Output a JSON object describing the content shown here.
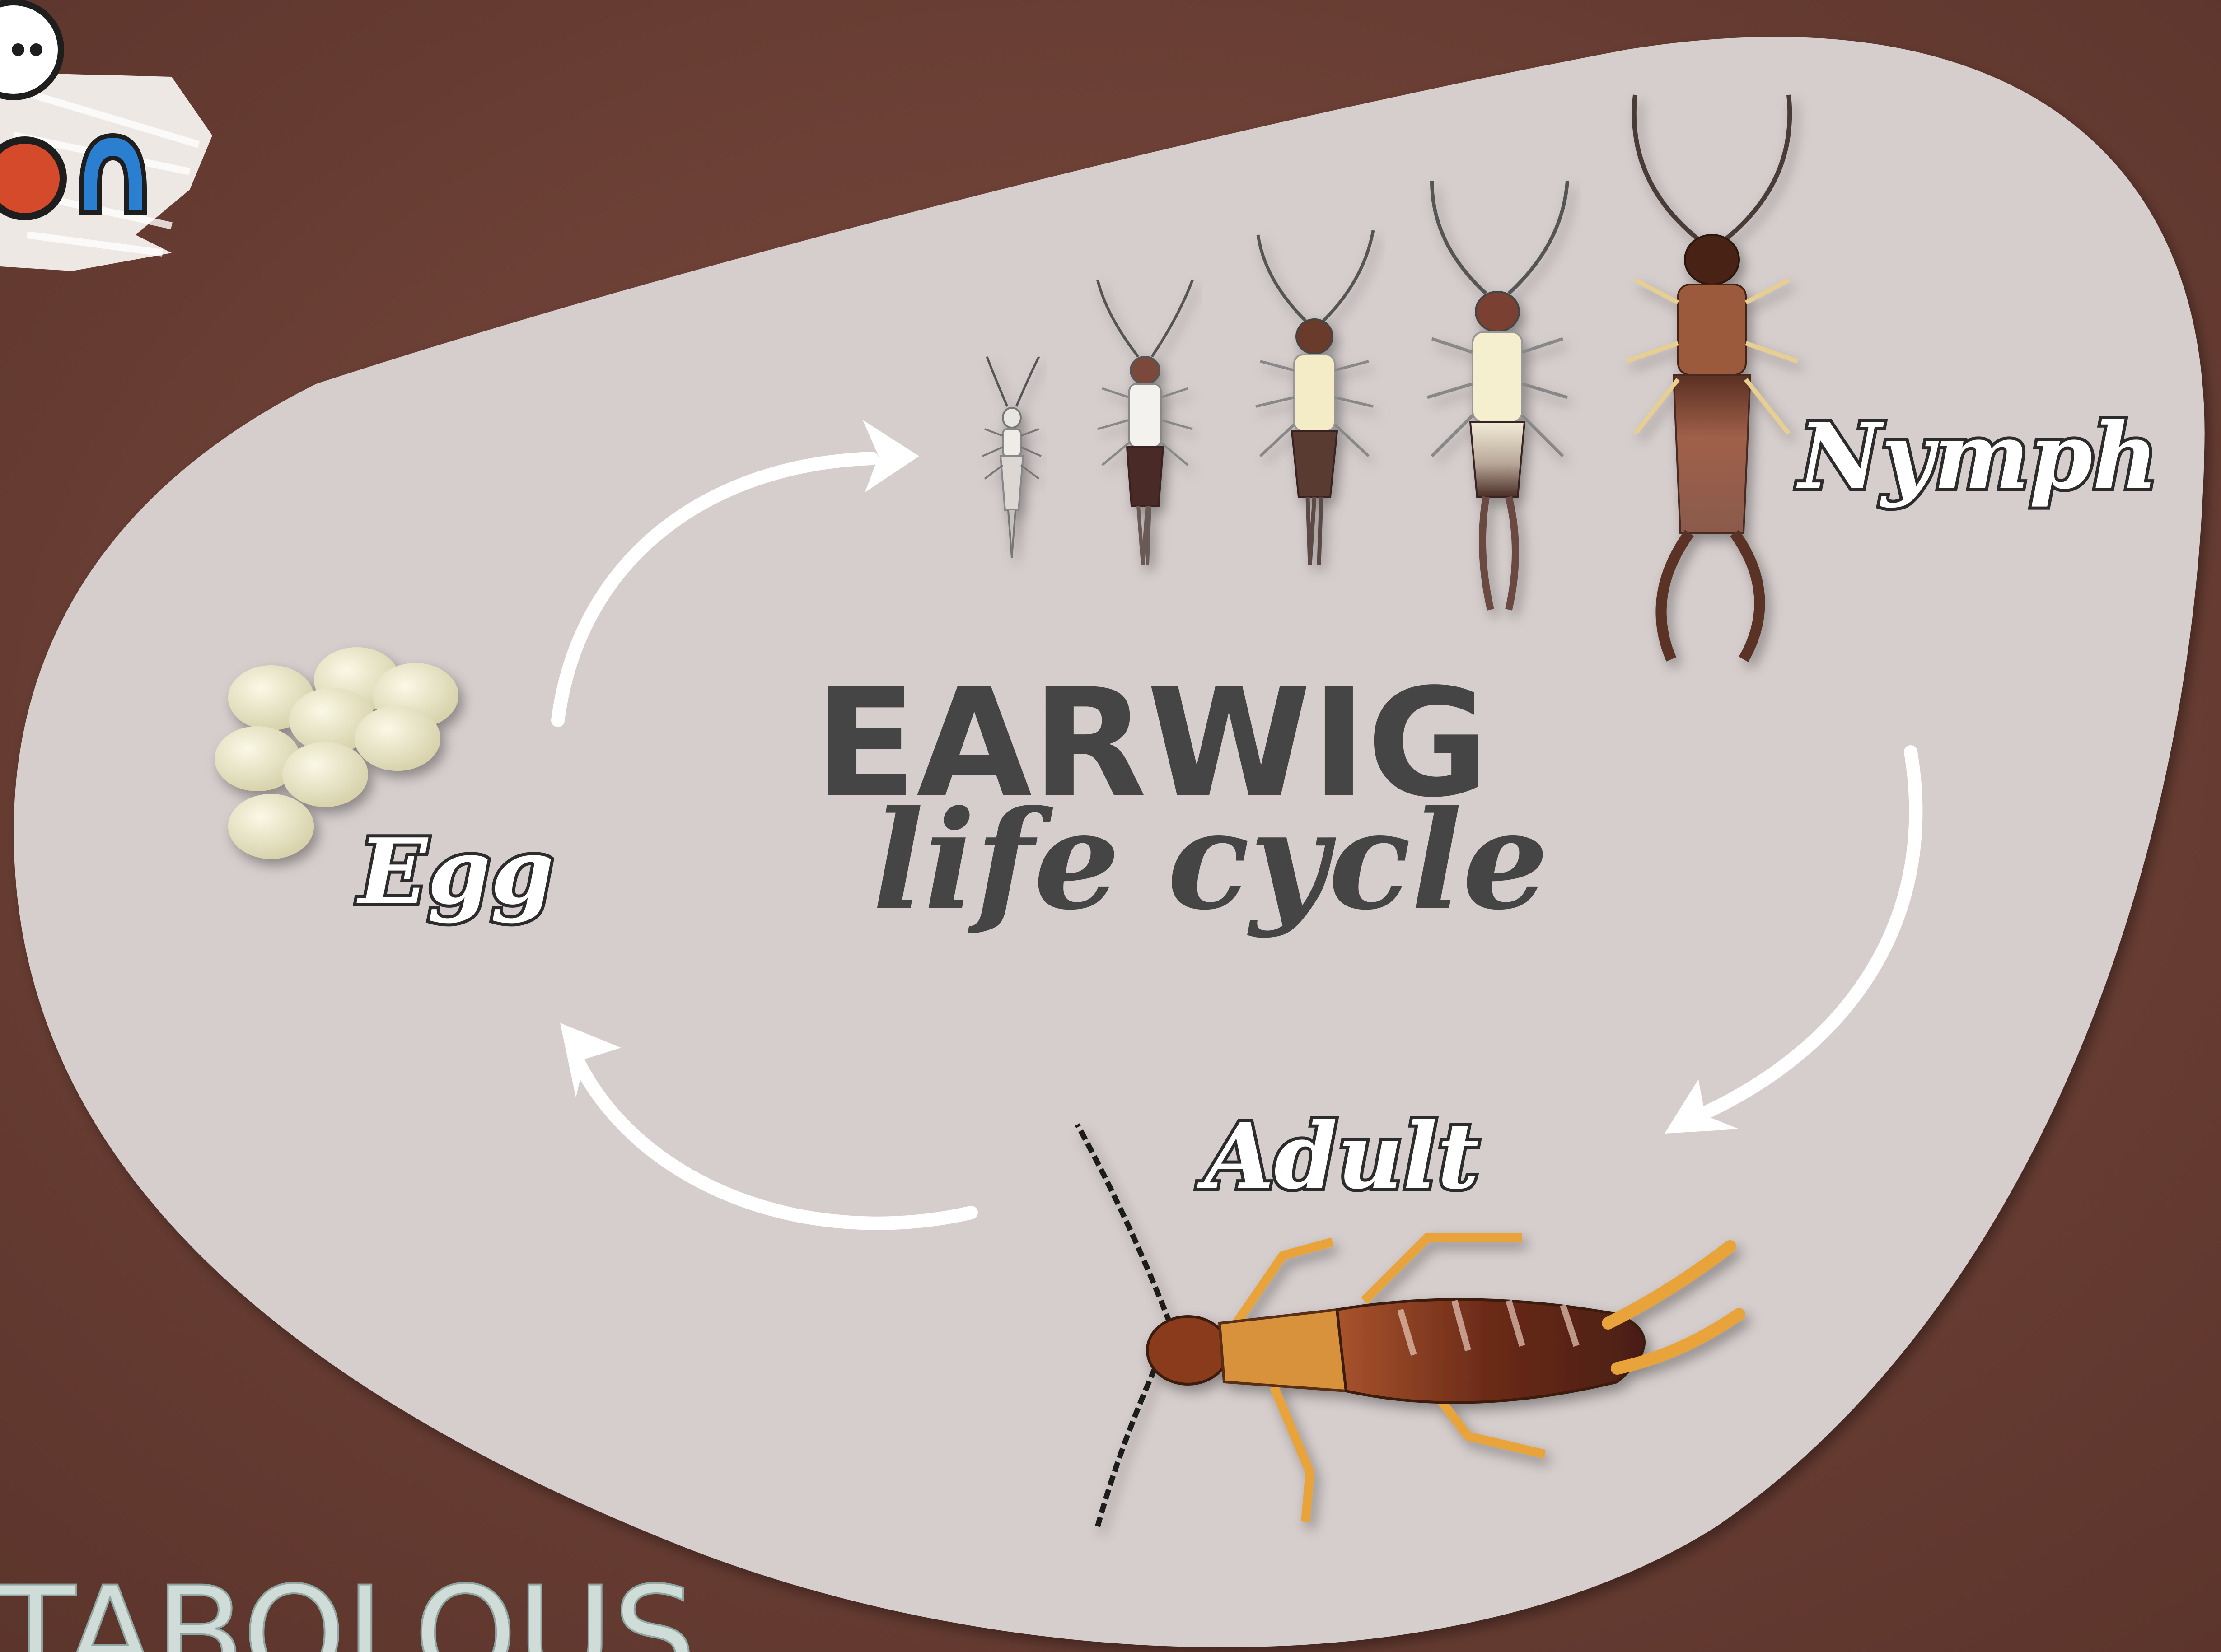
{
  "diagram": {
    "title": "EARWIG",
    "subtitle": "life cycle",
    "stages": {
      "egg": "Egg",
      "nymph": "Nymph",
      "adult": "Adult"
    },
    "footer_text": "TABOLOUS",
    "colors": {
      "background": "#6e4237",
      "blob": "#d6cecd",
      "text_dark": "#454545",
      "arrow": "#ffffff",
      "egg": "#eeeac8",
      "adult_body": "#6a2a18",
      "adult_legs": "#e8a33a"
    }
  }
}
